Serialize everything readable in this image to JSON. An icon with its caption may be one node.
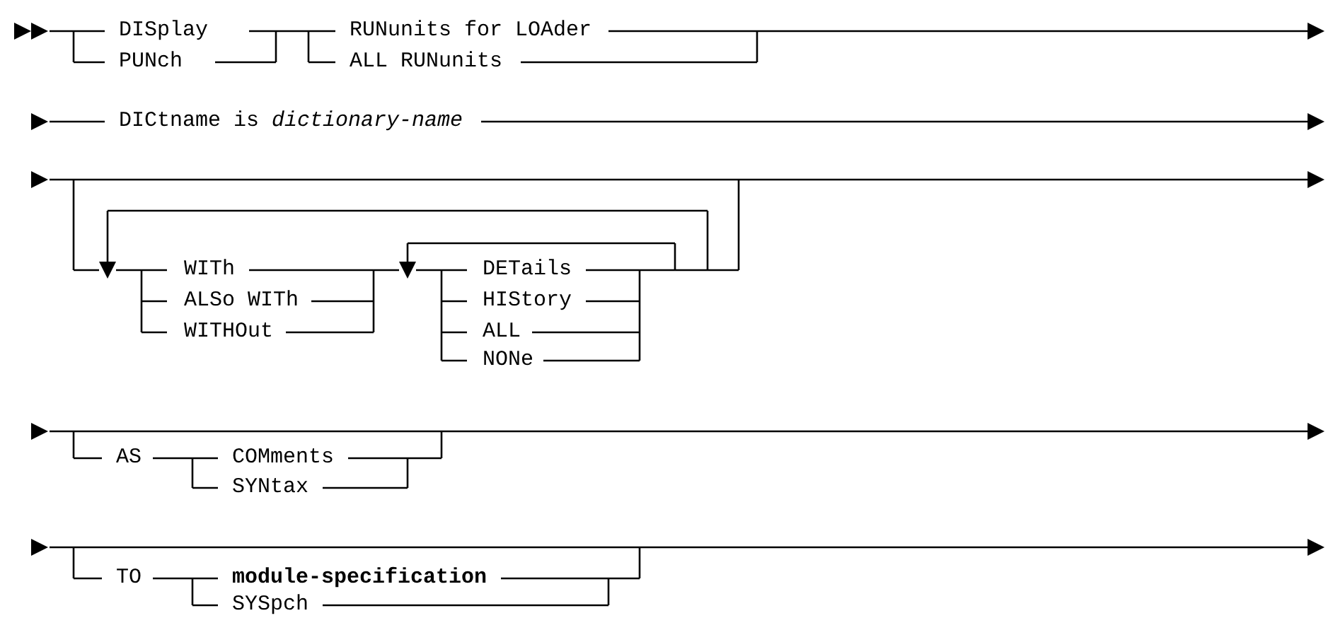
{
  "diagram": {
    "labels": [
      "DISplay",
      "RUNunits for LOAder",
      "PUNch",
      "ALL RUNunits",
      "DICtname is *dictionary-name*",
      "WITh",
      "DETails",
      "ALSo WITh",
      "HIStory",
      "WITHOut",
      "ALL",
      "NONe",
      "AS",
      "COMments",
      "SYNtax",
      "TO",
      "module-specification",
      "SYSpch"
    ]
  }
}
